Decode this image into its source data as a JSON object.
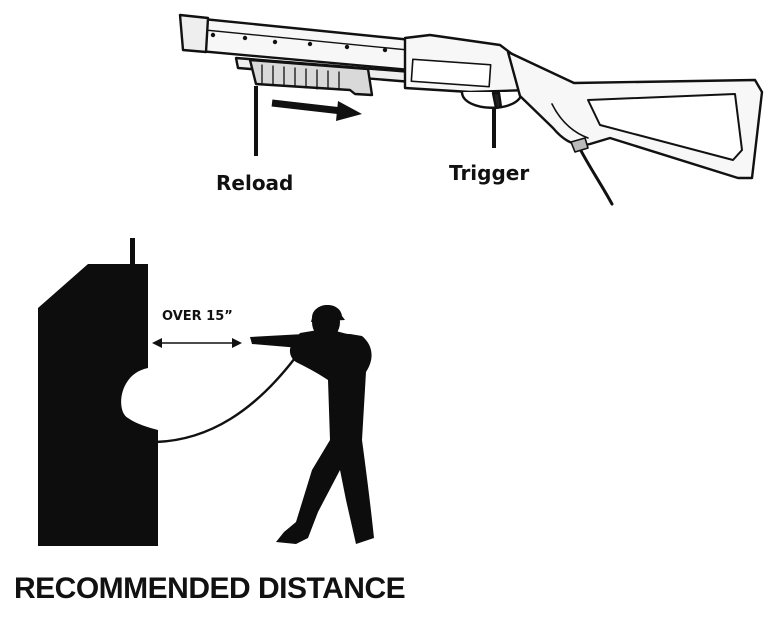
{
  "labels": {
    "reload": "Reload",
    "trigger": "Trigger",
    "distance": "OVER 15”"
  },
  "title": "RECOMMENDED DISTANCE",
  "colors": {
    "ink": "#111111",
    "silhouette": "#0d0d0d",
    "gun_fill": "#f7f7f7",
    "pump_fill": "#d9d9d9",
    "background": "#ffffff"
  }
}
